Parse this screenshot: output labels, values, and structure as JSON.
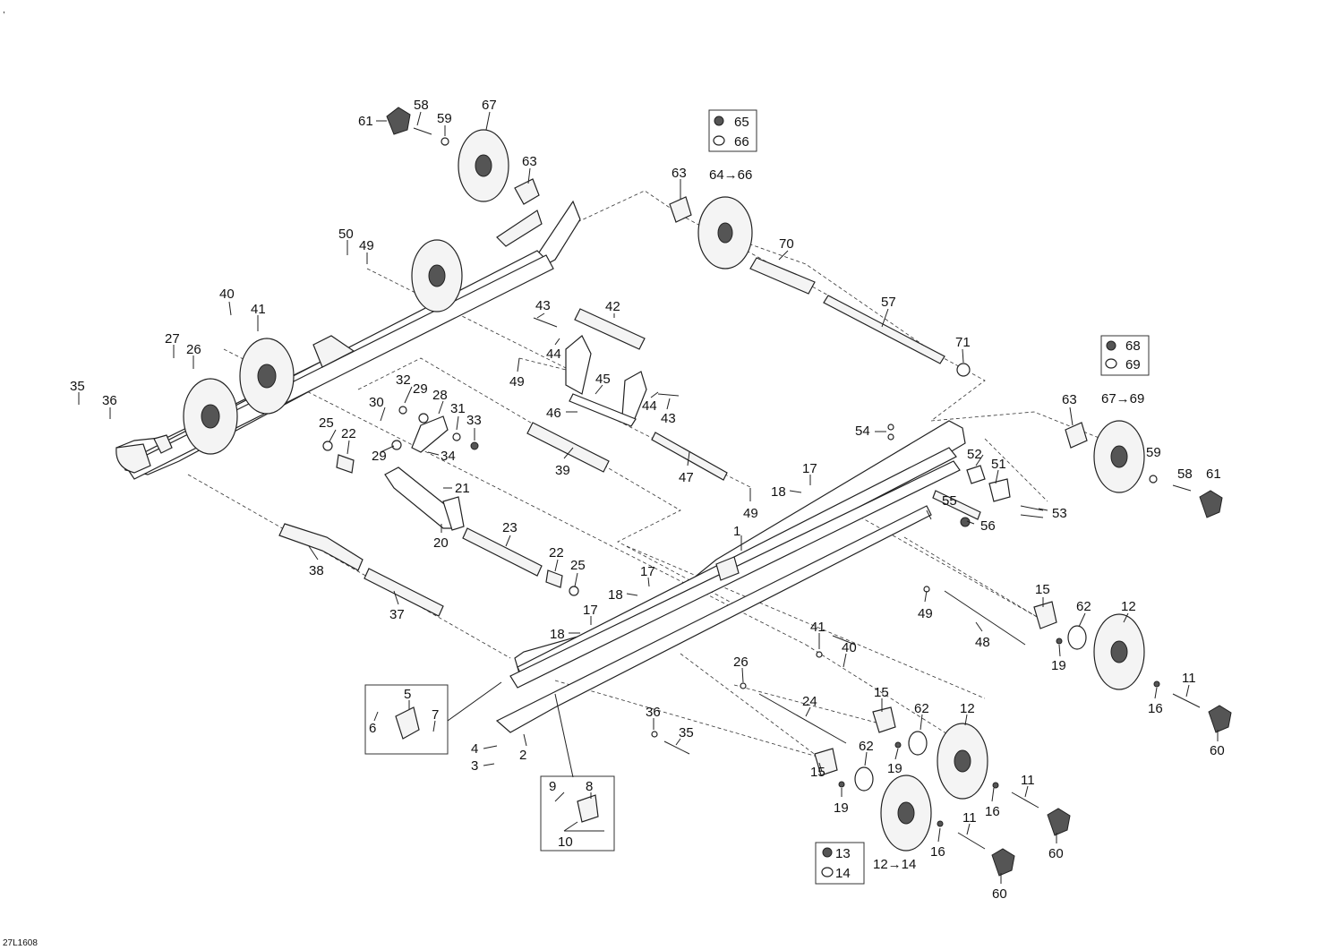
{
  "figure_code": "27L1608",
  "corner_mark": ",",
  "callouts": {
    "c1": "1",
    "c2": "2",
    "c3": "3",
    "c4": "4",
    "c5": "5",
    "c6": "6",
    "c7": "7",
    "c8": "8",
    "c9": "9",
    "c10": "10",
    "c11a": "11",
    "c11b": "11",
    "c11c": "11",
    "c12a": "12",
    "c12b": "12",
    "c12c": "12→14",
    "c13": "13",
    "c14": "14",
    "c15a": "15",
    "c15b": "15",
    "c15c": "15",
    "c16a": "16",
    "c16b": "16",
    "c16c": "16",
    "c17a": "17",
    "c17b": "17",
    "c17c": "17",
    "c18a": "18",
    "c18b": "18",
    "c18c": "18",
    "c19a": "19",
    "c19b": "19",
    "c19c": "19",
    "c20": "20",
    "c21": "21",
    "c22a": "22",
    "c22b": "22",
    "c23": "23",
    "c24": "24",
    "c25a": "25",
    "c25b": "25",
    "c26a": "26",
    "c26b": "26",
    "c27": "27",
    "c28": "28",
    "c29a": "29",
    "c29b": "29",
    "c30": "30",
    "c31": "31",
    "c32": "32",
    "c33": "33",
    "c34": "34",
    "c35a": "35",
    "c35b": "35",
    "c36a": "36",
    "c36b": "36",
    "c37": "37",
    "c38": "38",
    "c39": "39",
    "c40a": "40",
    "c40b": "40",
    "c41a": "41",
    "c41b": "41",
    "c42": "42",
    "c43a": "43",
    "c43b": "43",
    "c44a": "44",
    "c44b": "44",
    "c45": "45",
    "c46": "46",
    "c47": "47",
    "c48": "48",
    "c49a": "49",
    "c49b": "49",
    "c49c": "49",
    "c49d": "49",
    "c50": "50",
    "c51": "51",
    "c52": "52",
    "c53": "53",
    "c54": "54",
    "c55": "55",
    "c56": "56",
    "c57": "57",
    "c58a": "58",
    "c58b": "58",
    "c59a": "59",
    "c59b": "59",
    "c60a": "60",
    "c60b": "60",
    "c60c": "60",
    "c61a": "61",
    "c61b": "61",
    "c62a": "62",
    "c62b": "62",
    "c62c": "62",
    "c63a": "63",
    "c63b": "63",
    "c63c": "63",
    "c64": "64→66",
    "c65": "65",
    "c66": "66",
    "c67a": "67",
    "c67b": "67→69",
    "c68": "68",
    "c69": "69",
    "c70": "70",
    "c71": "71"
  }
}
